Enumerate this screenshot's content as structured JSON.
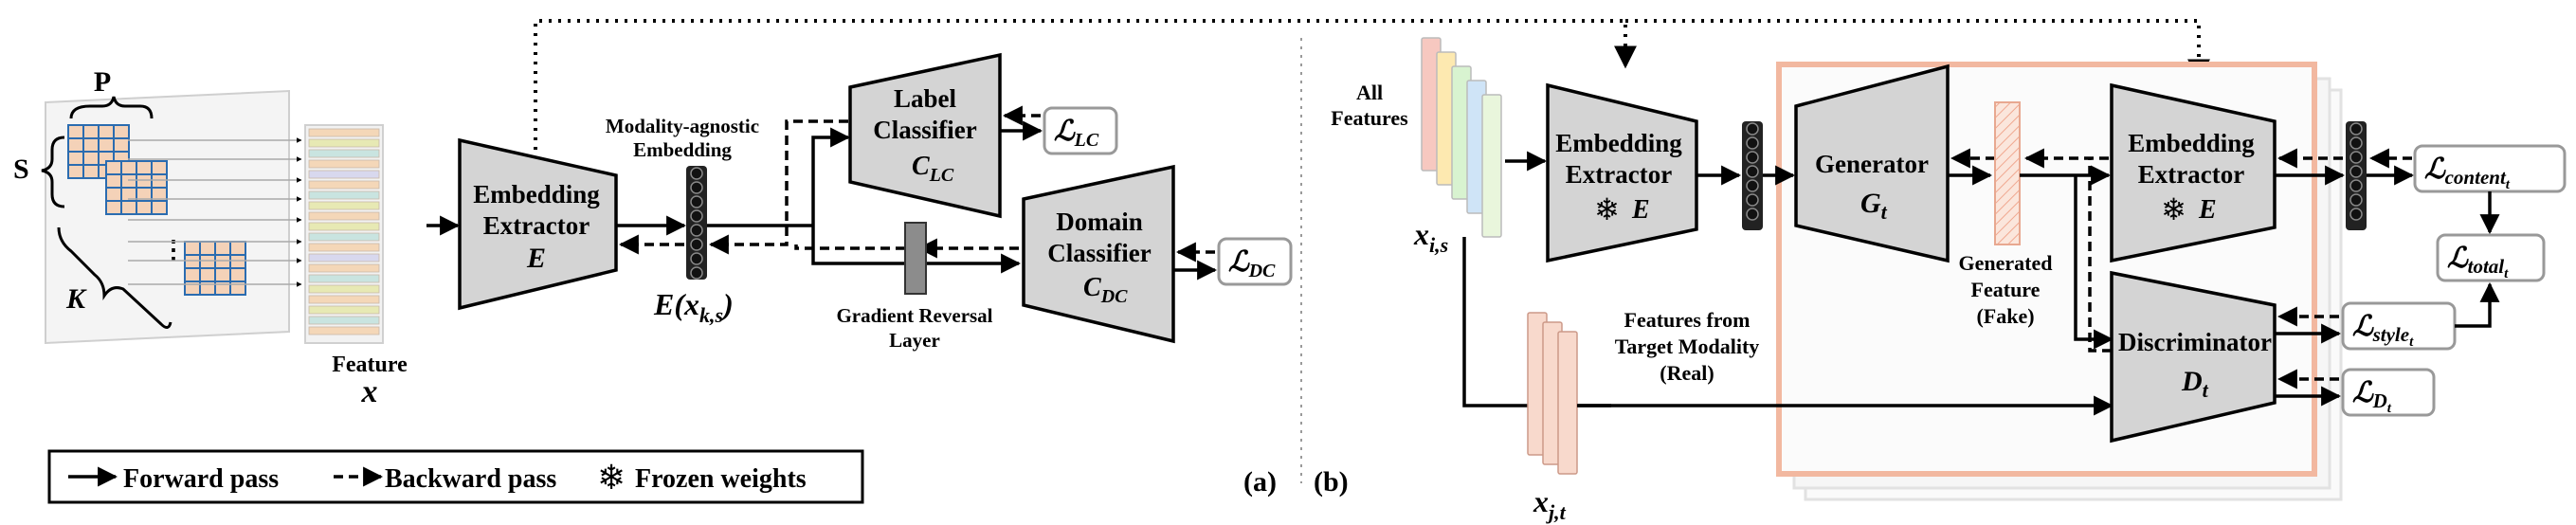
{
  "panel_a": {
    "label": "(a)",
    "p_label": "P",
    "s_label": "S",
    "k_label": "K",
    "ellipsis": "⋮",
    "feature_label": "Feature",
    "feature_symbol": "x",
    "embedding_extractor": {
      "line1": "Embedding",
      "line2": "Extractor",
      "symbol": "E"
    },
    "modality_agnostic": {
      "line1": "Modality-agnostic",
      "line2": "Embedding"
    },
    "embedding_output": "E(x",
    "embedding_output_sub": "k,s",
    "embedding_output_close": ")",
    "label_classifier": {
      "line1": "Label",
      "line2": "Classifier",
      "symbol": "C",
      "sub": "LC"
    },
    "domain_classifier": {
      "line1": "Domain",
      "line2": "Classifier",
      "symbol": "C",
      "sub": "DC"
    },
    "gradient_reversal": {
      "line1": "Gradient Reversal",
      "line2": "Layer"
    },
    "loss_lc": {
      "symbol": "ℒ",
      "sub": "LC"
    },
    "loss_dc": {
      "symbol": "ℒ",
      "sub": "DC"
    }
  },
  "legend": {
    "forward": "Forward pass",
    "backward": "Backward pass",
    "frozen": "Frozen weights",
    "snowflake": "❄"
  },
  "panel_b": {
    "label": "(b)",
    "all_features": {
      "line1": "All",
      "line2": "Features"
    },
    "x_is": "x",
    "x_is_sub": "i,s",
    "x_jt": "x",
    "x_jt_sub": "j,t",
    "embedding_extractor_1": {
      "line1": "Embedding",
      "line2": "Extractor",
      "symbol": "E"
    },
    "generator": {
      "line1": "Generator",
      "symbol": "G",
      "sub": "t"
    },
    "generated_feature": {
      "line1": "Generated",
      "line2": "Feature",
      "line3": "(Fake)"
    },
    "embedding_extractor_2": {
      "line1": "Embedding",
      "line2": "Extractor",
      "symbol": "E"
    },
    "discriminator": {
      "line1": "Discriminator",
      "symbol": "D",
      "sub": "t"
    },
    "target_features": {
      "line1": "Features from",
      "line2": "Target Modality",
      "line3": "(Real)"
    },
    "loss_content": {
      "symbol": "ℒ",
      "sub": "content",
      "subsub": "t"
    },
    "loss_total": {
      "symbol": "ℒ",
      "sub": "total",
      "subsub": "t"
    },
    "loss_style": {
      "symbol": "ℒ",
      "sub": "style",
      "subsub": "t"
    },
    "loss_d": {
      "symbol": "ℒ",
      "sub": "D",
      "subsub": "t"
    },
    "snowflake": "❄"
  },
  "colors": {
    "block_fill": "#d4d4d4",
    "grid_fill": "#f4d2b8",
    "grid_line": "#2b6cb0",
    "frame_fill": "#f7c8b4",
    "frame_stroke": "#f2b8a0",
    "gray_bar": "#8c8c8c"
  }
}
